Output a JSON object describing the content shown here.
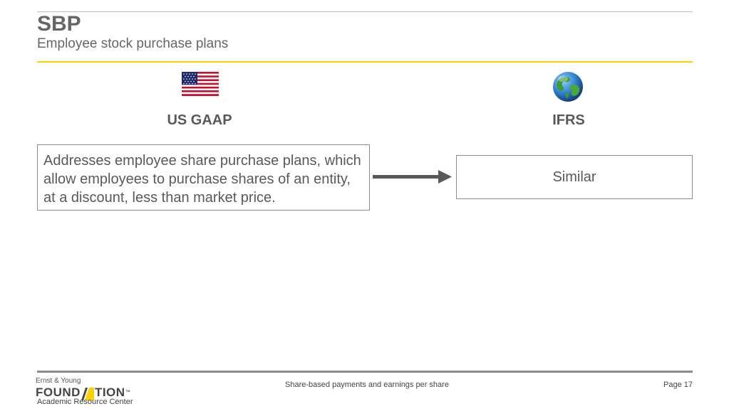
{
  "header": {
    "title": "SBP",
    "subtitle": "Employee stock purchase plans"
  },
  "columns": {
    "left": {
      "icon": "us-flag-icon",
      "heading": "US GAAP",
      "text": "Addresses employee share purchase plans, which allow employees to purchase shares of an entity, at a discount, less than market price."
    },
    "right": {
      "icon": "globe-icon",
      "heading": "IFRS",
      "text": "Similar"
    }
  },
  "footer": {
    "logo_top": "Ernst & Young",
    "logo_main_a": "FOUND",
    "logo_main_b": "TION",
    "logo_tm": "™",
    "logo_sub": "Academic Resource Center",
    "center": "Share-based payments and earnings per share",
    "page": "Page 17"
  },
  "colors": {
    "accent": "#ffd200",
    "text": "#595959"
  }
}
